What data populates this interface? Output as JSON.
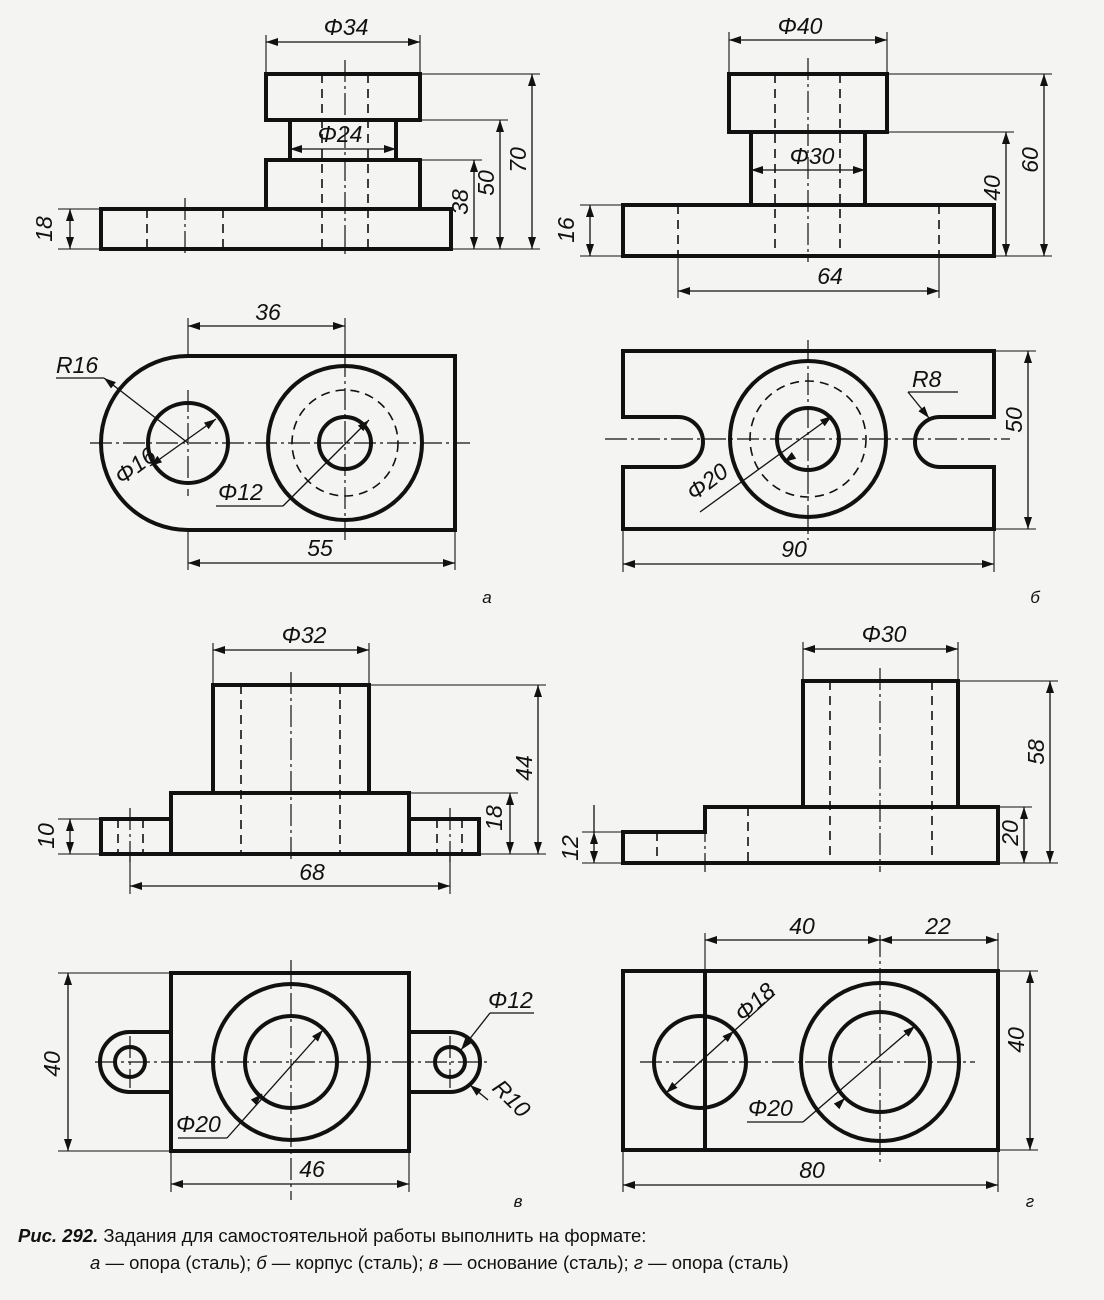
{
  "views": [
    {
      "id": "a",
      "label": "а",
      "front": {
        "d_top": "Φ34",
        "d_neck": "Φ24",
        "base_h": "18",
        "h_mid": "38",
        "h_neck": "50",
        "h_total": "70"
      },
      "top": {
        "dist": "36",
        "radius": "R16",
        "d_hole": "Φ16",
        "d_bore": "Φ12",
        "length": "55"
      }
    },
    {
      "id": "b",
      "label": "б",
      "front": {
        "d_top": "Φ40",
        "d_neck": "Φ30",
        "base_h": "16",
        "h_shaft": "40",
        "h_total": "60",
        "slot_span": "64"
      },
      "top": {
        "radius": "R8",
        "width": "50",
        "d_bore": "Φ20",
        "length": "90"
      }
    },
    {
      "id": "v",
      "label": "в",
      "front": {
        "d_top": "Φ32",
        "ear_h": "10",
        "h_total": "44",
        "h_base": "18",
        "span": "68"
      },
      "top": {
        "width": "40",
        "d_bore": "Φ20",
        "d_ear": "Φ12",
        "r_ear": "R10",
        "length": "46"
      }
    },
    {
      "id": "g",
      "label": "г",
      "front": {
        "d_top": "Φ30",
        "step_h": "12",
        "h_total": "58",
        "h_base": "20"
      },
      "top": {
        "dist_a": "40",
        "dist_b": "22",
        "d_hole": "Φ18",
        "d_bore": "Φ20",
        "width": "40",
        "length": "80"
      }
    }
  ],
  "caption": {
    "figure": "Рис. 292.",
    "title": "Задания для самостоятельной работы выполнить на формате:",
    "a_letter": "а",
    "a_text": "— опора (сталь);",
    "b_letter": "б",
    "b_text": "— корпус (сталь);",
    "v_letter": "в",
    "v_text": "— основание (сталь);",
    "g_letter": "г",
    "g_text": "— опора (сталь)"
  }
}
